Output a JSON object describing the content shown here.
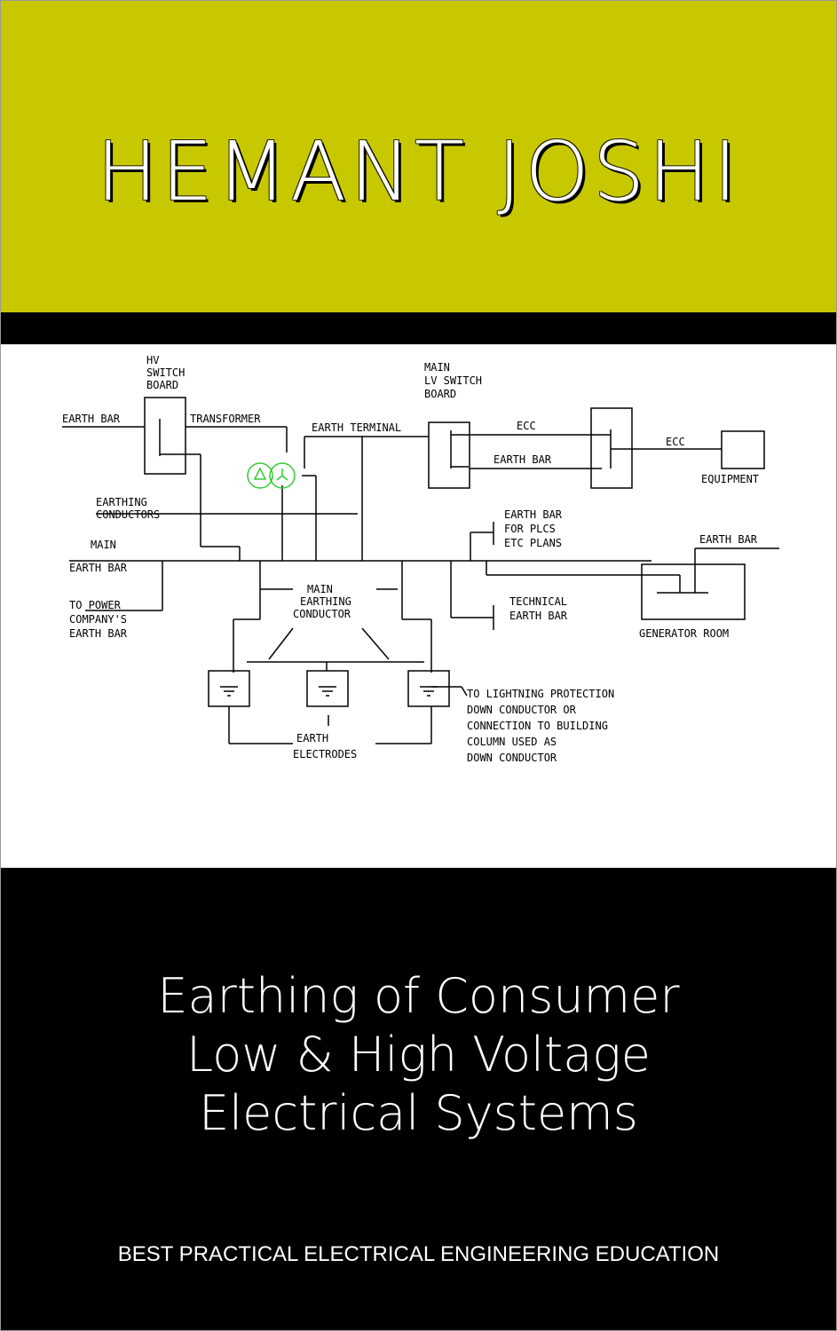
{
  "cover": {
    "author": "HEMANT JOSHI",
    "title_lines": [
      "Earthing of Consumer",
      "Low & High Voltage",
      "Electrical Systems"
    ],
    "series": "BEST PRACTICAL ELECTRICAL ENGINEERING EDUCATION",
    "colors": {
      "top_band": "#c8c800",
      "bottom_band": "#000000",
      "text": "#ffffff",
      "transformer": "#33cc33"
    }
  },
  "diagram": {
    "labels": {
      "hv_1": "HV",
      "hv_2": "SWITCH",
      "hv_3": "BOARD",
      "earth_bar_left": "EARTH BAR",
      "transformer": "TRANSFORMER",
      "earth_terminal": "EARTH TERMINAL",
      "lv_1": "MAIN",
      "lv_2": "LV SWITCH",
      "lv_3": "BOARD",
      "ecc_1": "ECC",
      "earth_bar_lv": "EARTH BAR",
      "ecc_2": "ECC",
      "equipment": "EQUIPMENT",
      "earthing_conductors_1": "EARTHING",
      "earthing_conductors_2": "CONDUCTORS",
      "main_earth_bar_1": "MAIN",
      "main_earth_bar_2": "EARTH BAR",
      "plcs_1": "EARTH BAR",
      "plcs_2": "FOR PLCS",
      "plcs_3": "ETC PLANS",
      "earth_bar_gen": "EARTH BAR",
      "to_power_1": "TO POWER",
      "to_power_2": "COMPANY'S",
      "to_power_3": "EARTH BAR",
      "main_earthing_1": "MAIN",
      "main_earthing_2": "EARTHING",
      "main_earthing_3": "CONDUCTOR",
      "technical_1": "TECHNICAL",
      "technical_2": "EARTH BAR",
      "generator_room": "GENERATOR ROOM",
      "lightning_1": "TO LIGHTNING PROTECTION",
      "lightning_2": "DOWN CONDUCTOR OR",
      "lightning_3": "CONNECTION TO BUILDING",
      "lightning_4": "COLUMN USED AS",
      "lightning_5": "DOWN CONDUCTOR",
      "electrodes_1": "EARTH",
      "electrodes_2": "ELECTRODES"
    }
  }
}
